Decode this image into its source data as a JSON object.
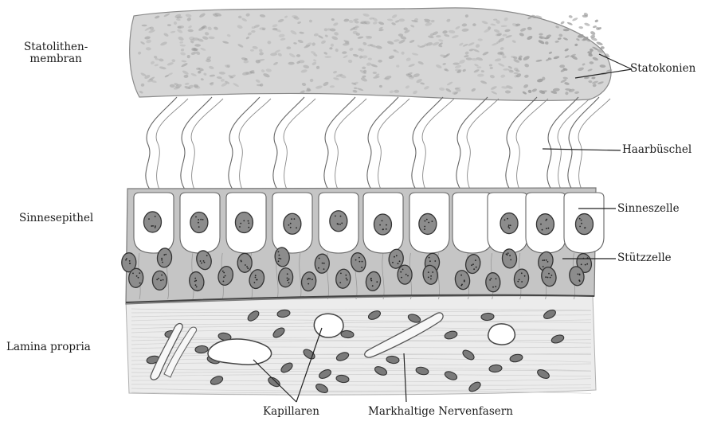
{
  "labels": {
    "statolith_line1": "Statolithen-",
    "statolith_line2": "membran",
    "statokonien": "Statokonien",
    "haarbuschel": "Haarbüschel",
    "sinnesepithel": "Sinnesepithel",
    "sinneszelle": "Sinneszelle",
    "stutzzelle": "Stützzelle",
    "lamina": "Lamina propria",
    "kapillaren": "Kapillaren",
    "markhaltige": "Markhaltige Nervenfasern"
  },
  "colors": {
    "membrane": "#d4d4d4",
    "otoconia": "#9a9a9a",
    "epithelium": "#c9c9c9",
    "sensory_cell": "#ffffff",
    "nucleus": "#8c8c8c",
    "lamina": "#e6e6e6",
    "line": "#222222"
  }
}
